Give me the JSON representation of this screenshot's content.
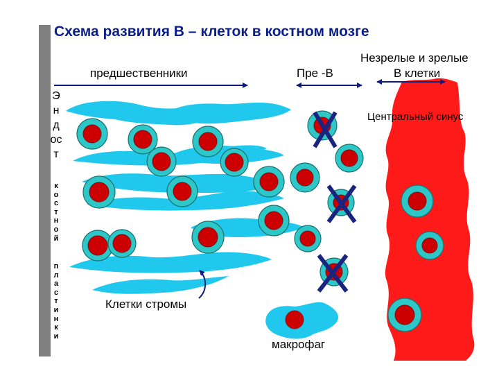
{
  "title": "Схема развития В – клеток в костном мозге",
  "labels": {
    "precursors": "предшественники",
    "pre_b": "Пре -В",
    "immature_line1": "Незрелые и зрелые",
    "immature_line2": "В клетки",
    "central_sinus": "Центральный синус",
    "stroma_cells": "Клетки стромы",
    "macrophage": "макрофаг"
  },
  "side_text": {
    "endosteum": [
      "Э",
      "н",
      "д",
      "ос",
      "т"
    ],
    "bone": [
      "к",
      "о",
      "с",
      "т",
      "н",
      "о",
      "й"
    ],
    "plate": [
      "п",
      "л",
      "а",
      "с",
      "т",
      "и",
      "н",
      "к",
      "и"
    ]
  },
  "colors": {
    "title": "#0b1f8a",
    "cell_outer": "#2ec7c7",
    "nucleus": "#cc0000",
    "stroma": "#1fc8ec",
    "sinus": "#ff1a1a",
    "bone_bar": "#808080",
    "arrow": "#0d1b7a",
    "cross": "#1a237e"
  }
}
